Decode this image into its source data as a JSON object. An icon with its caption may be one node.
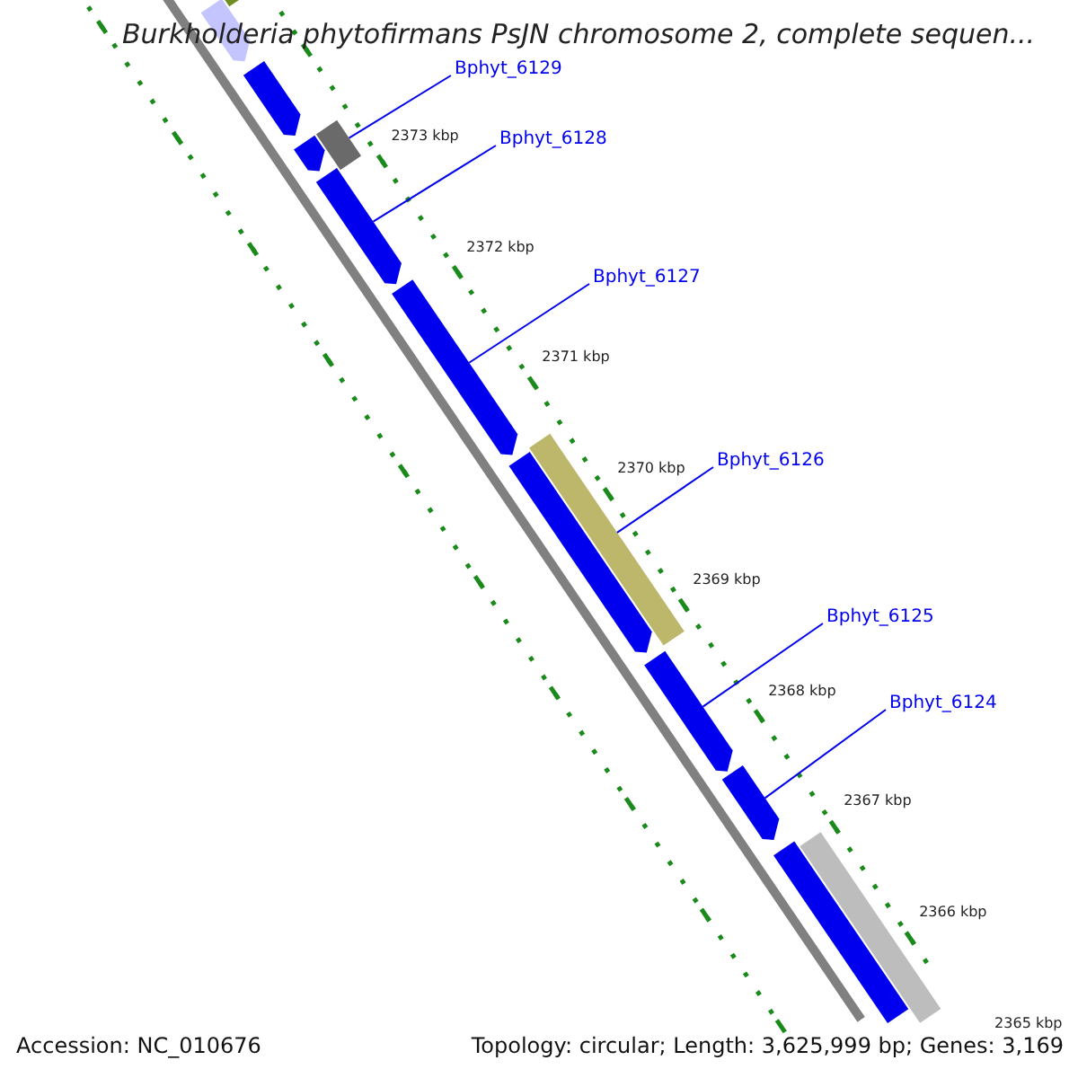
{
  "diagram": {
    "title": "Burkholderia phytofirmans PsJN chromosome 2, complete sequen...",
    "nodes": [
      {
        "text": [
          "Bphyt_6129"
        ]
      },
      {
        "text": [
          "Bphyt_6128"
        ]
      },
      {
        "text": [
          "Bphyt_6127"
        ]
      },
      {
        "text": [
          "Bphyt_6126"
        ]
      },
      {
        "text": [
          "Bphyt_6125"
        ]
      },
      {
        "text": [
          "Bphyt_6124"
        ]
      },
      {
        "text": [],
        "shape": "bar"
      },
      {
        "text": [],
        "shape": "bar"
      },
      {
        "text": [],
        "shape": "bar"
      },
      {
        "text": [],
        "shape": "bar"
      },
      {
        "text": [],
        "shape": "bar"
      },
      {
        "text": [],
        "shape": "bar"
      },
      {
        "text": [],
        "shape": "bar"
      },
      {
        "text": [],
        "shape": "bar"
      },
      {
        "text": [],
        "shape": "bar"
      },
      {
        "text": [],
        "shape": "bar"
      },
      {
        "text": [],
        "shape": "bar"
      },
      {
        "text": [],
        "shape": "bar"
      },
      {
        "text": [],
        "shape": "bar"
      }
    ],
    "edges": [
      {
        "from": 0,
        "to": 9,
        "arrow": "none"
      },
      {
        "from": 1,
        "to": 11,
        "arrow": "none"
      },
      {
        "from": 2,
        "to": 12,
        "arrow": "none"
      },
      {
        "from": 3,
        "to": 13,
        "arrow": "none"
      },
      {
        "from": 4,
        "to": 15,
        "arrow": "none"
      },
      {
        "from": 5,
        "to": 16,
        "arrow": "none"
      }
    ],
    "labels": [
      "2373 kbp",
      "2372 kbp",
      "2371 kbp",
      "2370 kbp",
      "2369 kbp",
      "2368 kbp",
      "2367 kbp",
      "2366 kbp",
      "2365 kbp",
      "Accession: NC_010676",
      "Topology: circular; Length: 3,625,999 bp; Genes: 3,169"
    ]
  }
}
